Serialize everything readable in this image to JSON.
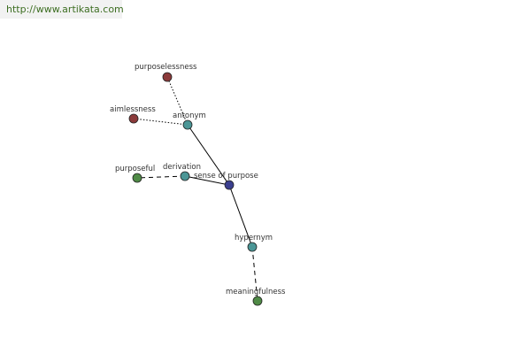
{
  "header": {
    "url": "http://www.artikata.com"
  },
  "colors": {
    "center": "#3b3f8f",
    "relation": "#4b9696",
    "antonym_word": "#8b3a3a",
    "related_word": "#4f8a46",
    "edge": "#000000",
    "banner_text": "#3d6e22"
  },
  "graph": {
    "nodes": [
      {
        "id": "center",
        "label": "sense of purpose",
        "kind": "center"
      },
      {
        "id": "antonym",
        "label": "antonym",
        "kind": "relation"
      },
      {
        "id": "derivation",
        "label": "derivation",
        "kind": "relation"
      },
      {
        "id": "hypernym",
        "label": "hypernym",
        "kind": "relation"
      },
      {
        "id": "purposelessness",
        "label": "purposelessness",
        "kind": "antonym_word"
      },
      {
        "id": "aimlessness",
        "label": "aimlessness",
        "kind": "antonym_word"
      },
      {
        "id": "purposeful",
        "label": "purposeful",
        "kind": "related_word"
      },
      {
        "id": "meaningfulness",
        "label": "meaningfulness",
        "kind": "related_word"
      }
    ],
    "edges": [
      {
        "from": "center",
        "to": "antonym",
        "style": "solid"
      },
      {
        "from": "center",
        "to": "derivation",
        "style": "solid"
      },
      {
        "from": "center",
        "to": "hypernym",
        "style": "solid"
      },
      {
        "from": "antonym",
        "to": "purposelessness",
        "style": "dotted"
      },
      {
        "from": "antonym",
        "to": "aimlessness",
        "style": "dotted"
      },
      {
        "from": "derivation",
        "to": "purposeful",
        "style": "dashed"
      },
      {
        "from": "hypernym",
        "to": "meaningfulness",
        "style": "dashed"
      }
    ]
  }
}
